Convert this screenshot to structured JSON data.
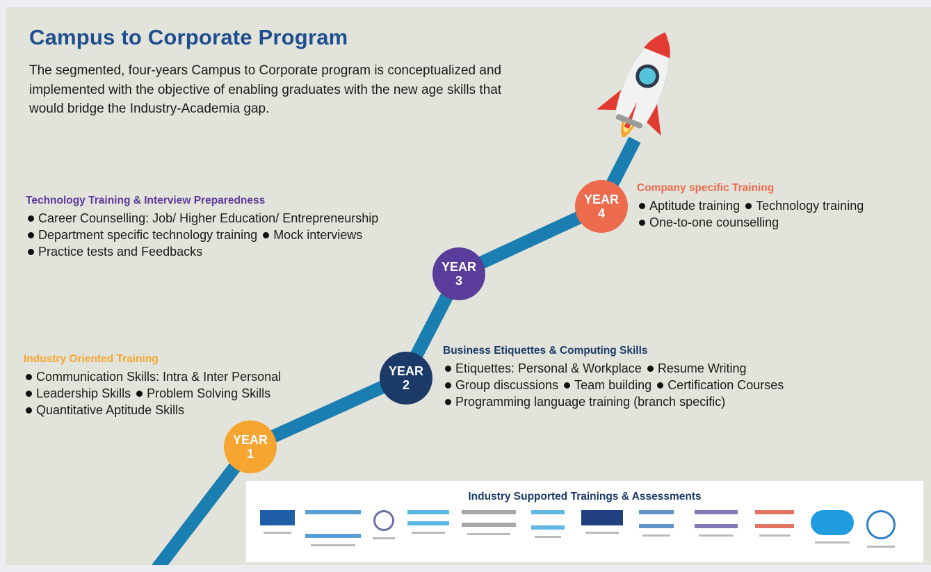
{
  "title": "Campus to Corporate Program",
  "intro": "The segmented, four-years Campus to Corporate program is conceptualized and implemented with the objective of enabling graduates with the new age skills that would bridge the Industry-Academia gap.",
  "colors": {
    "title": "#1f4f8e",
    "path": "#1a7eb0",
    "year1": "#f6a530",
    "year2": "#1b3a68",
    "year3": "#5a3d9b",
    "year4": "#ec6b4d",
    "background": "#e2e3da"
  },
  "years": [
    {
      "word": "YEAR",
      "num": "1"
    },
    {
      "word": "YEAR",
      "num": "2"
    },
    {
      "word": "YEAR",
      "num": "3"
    },
    {
      "word": "YEAR",
      "num": "4"
    }
  ],
  "sections": {
    "industry": {
      "heading": "Industry Oriented Training",
      "lines": [
        [
          "Communication Skills: Intra & Inter Personal"
        ],
        [
          "Leadership Skills",
          "Problem Solving Skills"
        ],
        [
          "Quantitative Aptitude Skills"
        ]
      ]
    },
    "business": {
      "heading": "Business Etiquettes & Computing Skills",
      "lines": [
        [
          "Etiquettes: Personal & Workplace",
          "Resume Writing"
        ],
        [
          "Group discussions",
          "Team building",
          "Certification Courses"
        ],
        [
          "Programming language training (branch specific)"
        ]
      ]
    },
    "technology": {
      "heading": "Technology Training & Interview Preparedness",
      "lines": [
        [
          "Career Counselling: Job/ Higher Education/ Entrepreneurship"
        ],
        [
          "Department specific technology training",
          "Mock interviews"
        ],
        [
          "Practice tests and Feedbacks"
        ]
      ]
    },
    "company": {
      "heading": "Company specific Training",
      "lines": [
        [
          "Aptitude training",
          "Technology training"
        ],
        [
          "One-to-one counselling"
        ]
      ]
    }
  },
  "partners": {
    "heading": "Industry Supported Trainings & Assessments",
    "logos": [
      {
        "icon": "blue-box-logo",
        "color": "#1f5fa8"
      },
      {
        "icon": "infosys-logo",
        "color": "#1f7fc8"
      },
      {
        "icon": "circle-logo",
        "color": "#6b6fa8"
      },
      {
        "icon": "festo-logo",
        "color": "#1f9fd8"
      },
      {
        "icon": "text-logo",
        "color": "#8a8a8a"
      },
      {
        "icon": "cisco-logo",
        "color": "#2d9fd8"
      },
      {
        "icon": "dark-blue-box-logo",
        "color": "#1f3f7f"
      },
      {
        "icon": "unicourt-logo",
        "color": "#2f6fb8"
      },
      {
        "icon": "global-logo",
        "color": "#5a4f9f"
      },
      {
        "icon": "cocubes-logo",
        "color": "#d8462f"
      },
      {
        "icon": "salesforce-logo",
        "color": "#1f9be0"
      },
      {
        "icon": "mulesoft-logo",
        "color": "#2f7fc8"
      }
    ]
  }
}
